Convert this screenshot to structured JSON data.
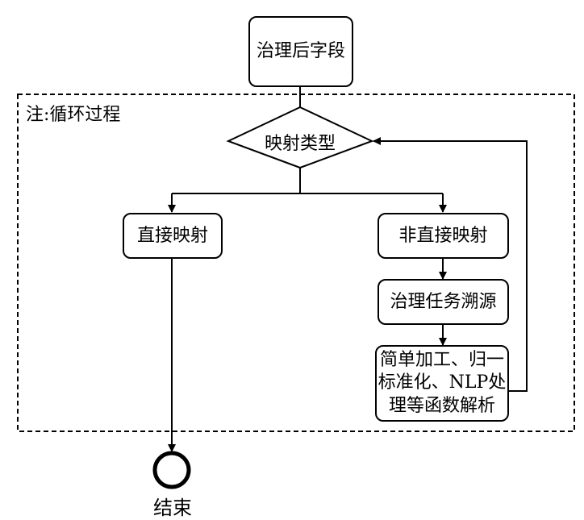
{
  "nodes": {
    "start": "治理后字段",
    "decision": "映射类型",
    "direct": "直接映射",
    "indirect": "非直接映射",
    "trace": "治理任务溯源",
    "parse_line1": "简单加工、归一",
    "parse_line2": "标准化、NLP处",
    "parse_line3": "理等函数解析",
    "end": "结束"
  },
  "loop_note": "注:循环过程"
}
